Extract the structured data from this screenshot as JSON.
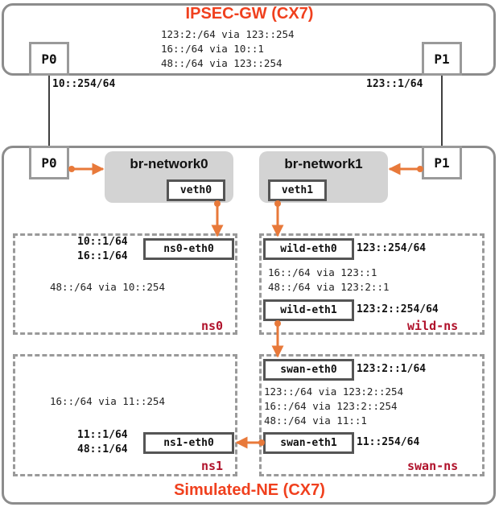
{
  "gateway": {
    "title": "IPSEC-GW (CX7)",
    "routes": [
      "123:2:/64 via 123::254",
      "16::/64 via 10::1",
      "48::/64 via 123::254"
    ],
    "port0": "P0",
    "port1": "P1",
    "p0_addr": "10::254/64",
    "p1_addr": "123::1/64"
  },
  "ne": {
    "title": "Simulated-NE (CX7)",
    "port0": "P0",
    "port1": "P1",
    "bridge0": {
      "title": "br-network0",
      "veth": "veth0"
    },
    "bridge1": {
      "title": "br-network1",
      "veth": "veth1"
    },
    "ns0": {
      "label": "ns0",
      "iface": "ns0-eth0",
      "addrs": [
        "10::1/64",
        "16::1/64"
      ],
      "routes": [
        "48::/64 via 10::254"
      ]
    },
    "ns1": {
      "label": "ns1",
      "iface": "ns1-eth0",
      "addrs": [
        "11::1/64",
        "48::1/64"
      ],
      "routes": [
        "16::/64 via 11::254"
      ]
    },
    "wild_ns": {
      "label": "wild-ns",
      "iface0": "wild-eth0",
      "iface0_addr": "123::254/64",
      "routes": [
        "16::/64 via 123::1",
        "48::/64 via 123:2::1"
      ],
      "iface1": "wild-eth1",
      "iface1_addr": "123:2::254/64"
    },
    "swan_ns": {
      "label": "swan-ns",
      "iface0": "swan-eth0",
      "iface0_addr": "123:2::1/64",
      "routes": [
        "123::/64 via 123:2::254",
        "16::/64 via 123:2::254",
        "48::/64 via 11::1"
      ],
      "iface1": "swan-eth1",
      "iface1_addr": "11::254/64"
    }
  },
  "colors": {
    "title": "#f0401e",
    "ns_label": "#b0122b",
    "arrow": "#e8793a",
    "border": "#8c8c8c"
  }
}
